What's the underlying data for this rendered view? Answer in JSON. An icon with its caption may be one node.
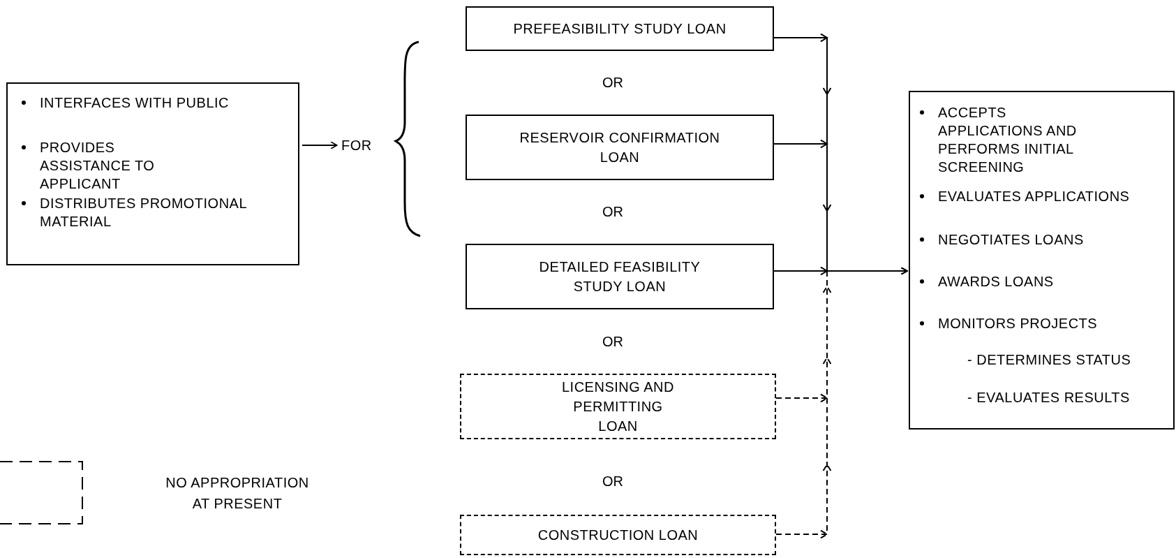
{
  "diagram": {
    "nodes": [
      {
        "text": [
          "INTERFACES WITH PUBLIC",
          "PROVIDES ASSISTANCE TO APPLICANT",
          "DISTRIBUTES PROMOTIONAL MATERIAL"
        ]
      },
      {
        "text": [
          "FOR"
        ]
      },
      {
        "text": [
          "PREFEASIBILITY STUDY LOAN"
        ]
      },
      {
        "text": [
          "RESERVOIR CONFIRMATION LOAN"
        ]
      },
      {
        "text": [
          "DETAILED FEASIBILITY STUDY LOAN"
        ]
      },
      {
        "text": [
          "LICENSING AND PERMITTING LOAN"
        ]
      },
      {
        "text": [
          "CONSTRUCTION LOAN"
        ]
      },
      {
        "text": [
          "ACCEPTS APPLICATIONS AND PERFORMS INITIAL SCREENING",
          "EVALUATES APPLICATIONS",
          "NEGOTIATES LOANS",
          "AWARDS LOANS",
          "MONITORS PROJECTS",
          "- DETERMINES STATUS",
          "- EVALUATES RESULTS"
        ]
      }
    ],
    "edges": [
      {
        "from": 0,
        "to": 1,
        "arrow": "to"
      },
      {
        "from": 2,
        "to": 7,
        "arrow": "to"
      },
      {
        "from": 3,
        "to": 7,
        "arrow": "to"
      },
      {
        "from": 4,
        "to": 7,
        "arrow": "to"
      },
      {
        "from": 5,
        "to": 7,
        "arrow": "to",
        "style": "dashed"
      },
      {
        "from": 6,
        "to": 7,
        "arrow": "to",
        "style": "dashed"
      }
    ],
    "labels": [
      "OR",
      "OR",
      "OR",
      "OR"
    ],
    "legend": [
      {
        "text": "NO APPROPRIATION AT PRESENT"
      }
    ]
  }
}
